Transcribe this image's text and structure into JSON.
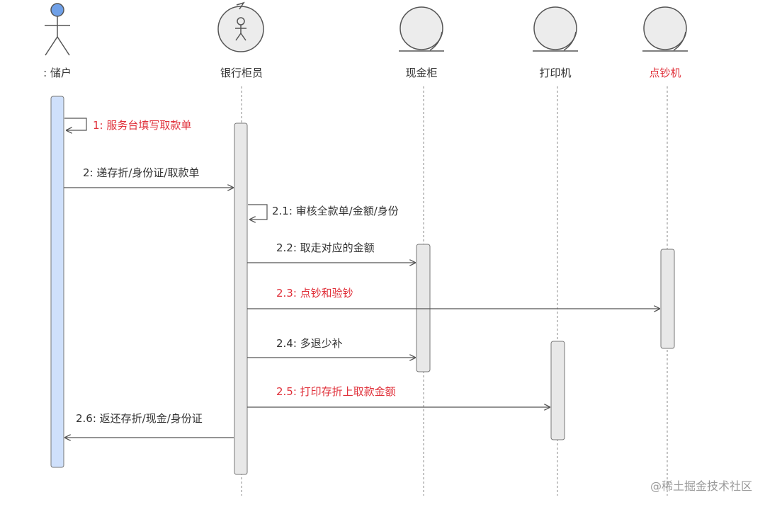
{
  "diagram": {
    "participants": [
      {
        "id": "depositor",
        "label": ": 储户",
        "kind": "actor",
        "highlight": false
      },
      {
        "id": "teller",
        "label": "银行柜员",
        "kind": "control",
        "highlight": false
      },
      {
        "id": "cash_drawer",
        "label": "现金柜",
        "kind": "entity",
        "highlight": false
      },
      {
        "id": "printer",
        "label": "打印机",
        "kind": "entity",
        "highlight": false
      },
      {
        "id": "counter",
        "label": "点钞机",
        "kind": "entity",
        "highlight": true
      }
    ],
    "messages": [
      {
        "label": "1: 服务台填写取款单",
        "from": "depositor",
        "to": "depositor",
        "self": true,
        "highlight": true
      },
      {
        "label": "2: 递存折/身份证/取款单",
        "from": "depositor",
        "to": "teller",
        "self": false,
        "highlight": false
      },
      {
        "label": "2.1: 审核全款单/金额/身份",
        "from": "teller",
        "to": "teller",
        "self": true,
        "highlight": false
      },
      {
        "label": "2.2: 取走对应的金额",
        "from": "teller",
        "to": "cash_drawer",
        "self": false,
        "highlight": false
      },
      {
        "label": "2.3: 点钞和验钞",
        "from": "teller",
        "to": "counter",
        "self": false,
        "highlight": true
      },
      {
        "label": "2.4: 多退少补",
        "from": "teller",
        "to": "cash_drawer",
        "self": false,
        "highlight": false
      },
      {
        "label": "2.5: 打印存折上取款金额",
        "from": "teller",
        "to": "printer",
        "self": false,
        "highlight": true
      },
      {
        "label": "2.6: 返还存折/现金/身份证",
        "from": "teller",
        "to": "depositor",
        "self": false,
        "highlight": false
      }
    ],
    "colors": {
      "text": "#333333",
      "highlight": "#e0303a",
      "actor_head": "#6fa0e8",
      "depositor_activation": "#cfe0fb",
      "activation": "#e8e8e8",
      "line": "#555555"
    }
  },
  "watermark": "@稀土掘金技术社区"
}
